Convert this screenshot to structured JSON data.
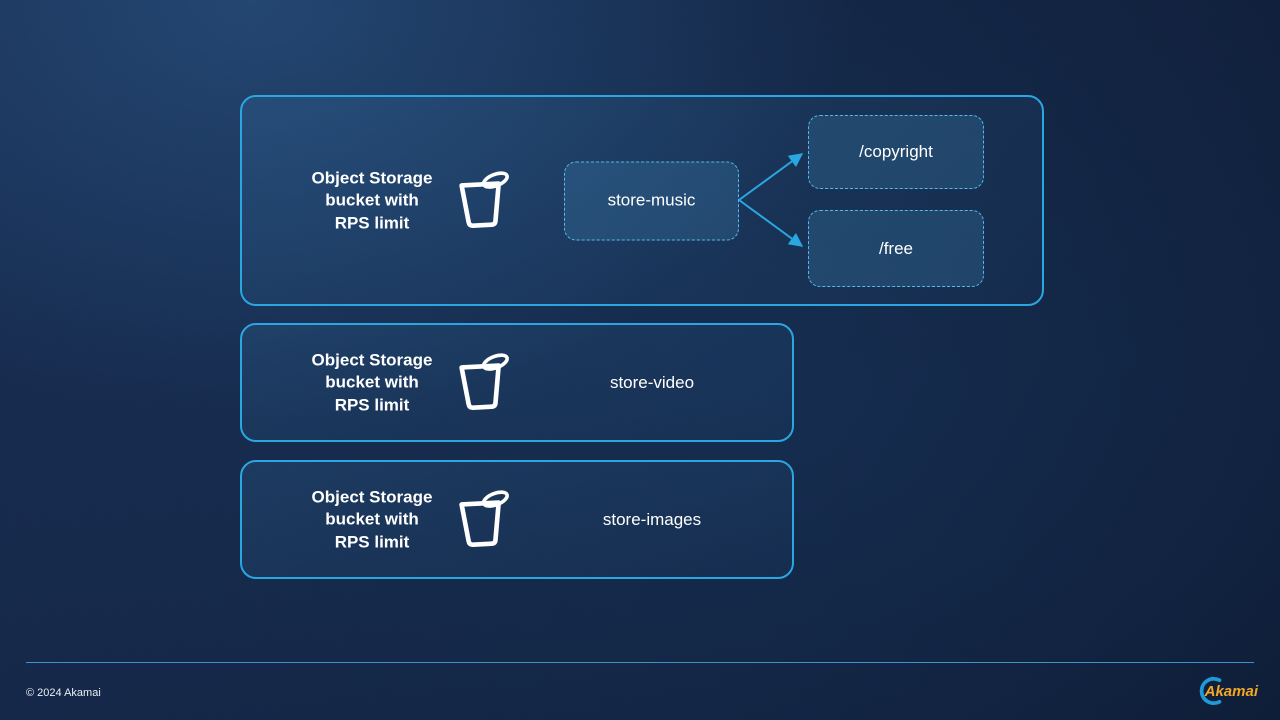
{
  "slide": {
    "groups": [
      {
        "label_lines": [
          "Object Storage",
          "bucket with",
          "RPS limit"
        ],
        "bucket_name": "store-music",
        "targets": [
          {
            "label": "/copyright"
          },
          {
            "label": "/free"
          }
        ]
      },
      {
        "label_lines": [
          "Object Storage",
          "bucket with",
          "RPS limit"
        ],
        "bucket_name": "store-video",
        "targets": []
      },
      {
        "label_lines": [
          "Object Storage",
          "bucket with",
          "RPS limit"
        ],
        "bucket_name": "store-images",
        "targets": []
      }
    ]
  },
  "footer": {
    "copyright": "© 2024 Akamai",
    "brand": "Akamai"
  },
  "colors": {
    "accent": "#2aa6e0",
    "dashed_border": "#53b9e8",
    "background": "#13223f",
    "text": "#ffffff",
    "logo_orange": "#f5a623",
    "logo_blue": "#1f9ad6"
  }
}
